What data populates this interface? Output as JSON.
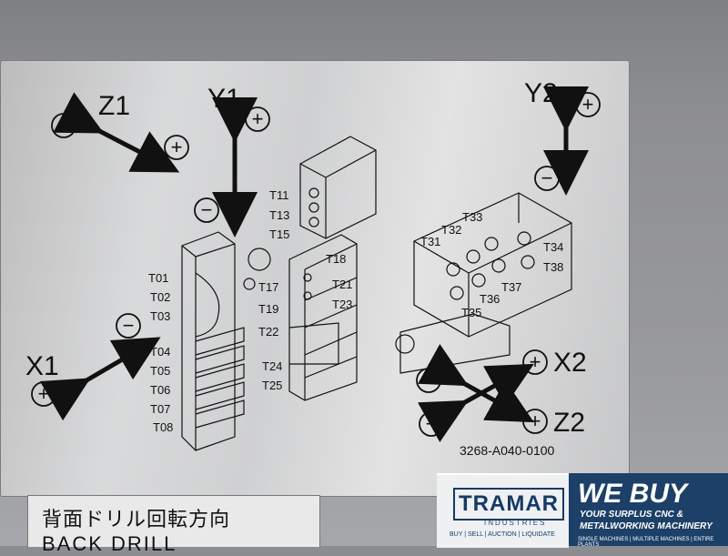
{
  "plate": {
    "axes": {
      "z1": "Z1",
      "y1": "Y1",
      "y2": "Y2",
      "x1": "X1",
      "x2": "X2",
      "z2": "Z2",
      "plus": "+",
      "minus": "−"
    },
    "tools_left": [
      "T01",
      "T02",
      "T03",
      "T04",
      "T05",
      "T06",
      "T07",
      "T08"
    ],
    "tools_mid": [
      "T11",
      "T13",
      "T15",
      "T17",
      "T18",
      "T19",
      "T21",
      "T22",
      "T23",
      "T24",
      "T25"
    ],
    "tools_right": [
      "T31",
      "T32",
      "T33",
      "T34",
      "T35",
      "T36",
      "T37",
      "T38"
    ],
    "part_number": "3268-A040-0100"
  },
  "sub_label": {
    "jp": "背面ドリル回転方向",
    "en": "BACK DRILL"
  },
  "tramar": {
    "logo": "TRAMAR",
    "industries": "INDUSTRIES",
    "tagline": "BUY | SELL | AUCTION | LIQUIDATE"
  },
  "webuy": {
    "headline": "WE BUY",
    "line1": "YOUR SURPLUS CNC &",
    "line2": "METALWORKING MACHINERY",
    "line3": "SINGLE MACHINES | MULTIPLE MACHINES | ENTIRE PLANTS"
  }
}
